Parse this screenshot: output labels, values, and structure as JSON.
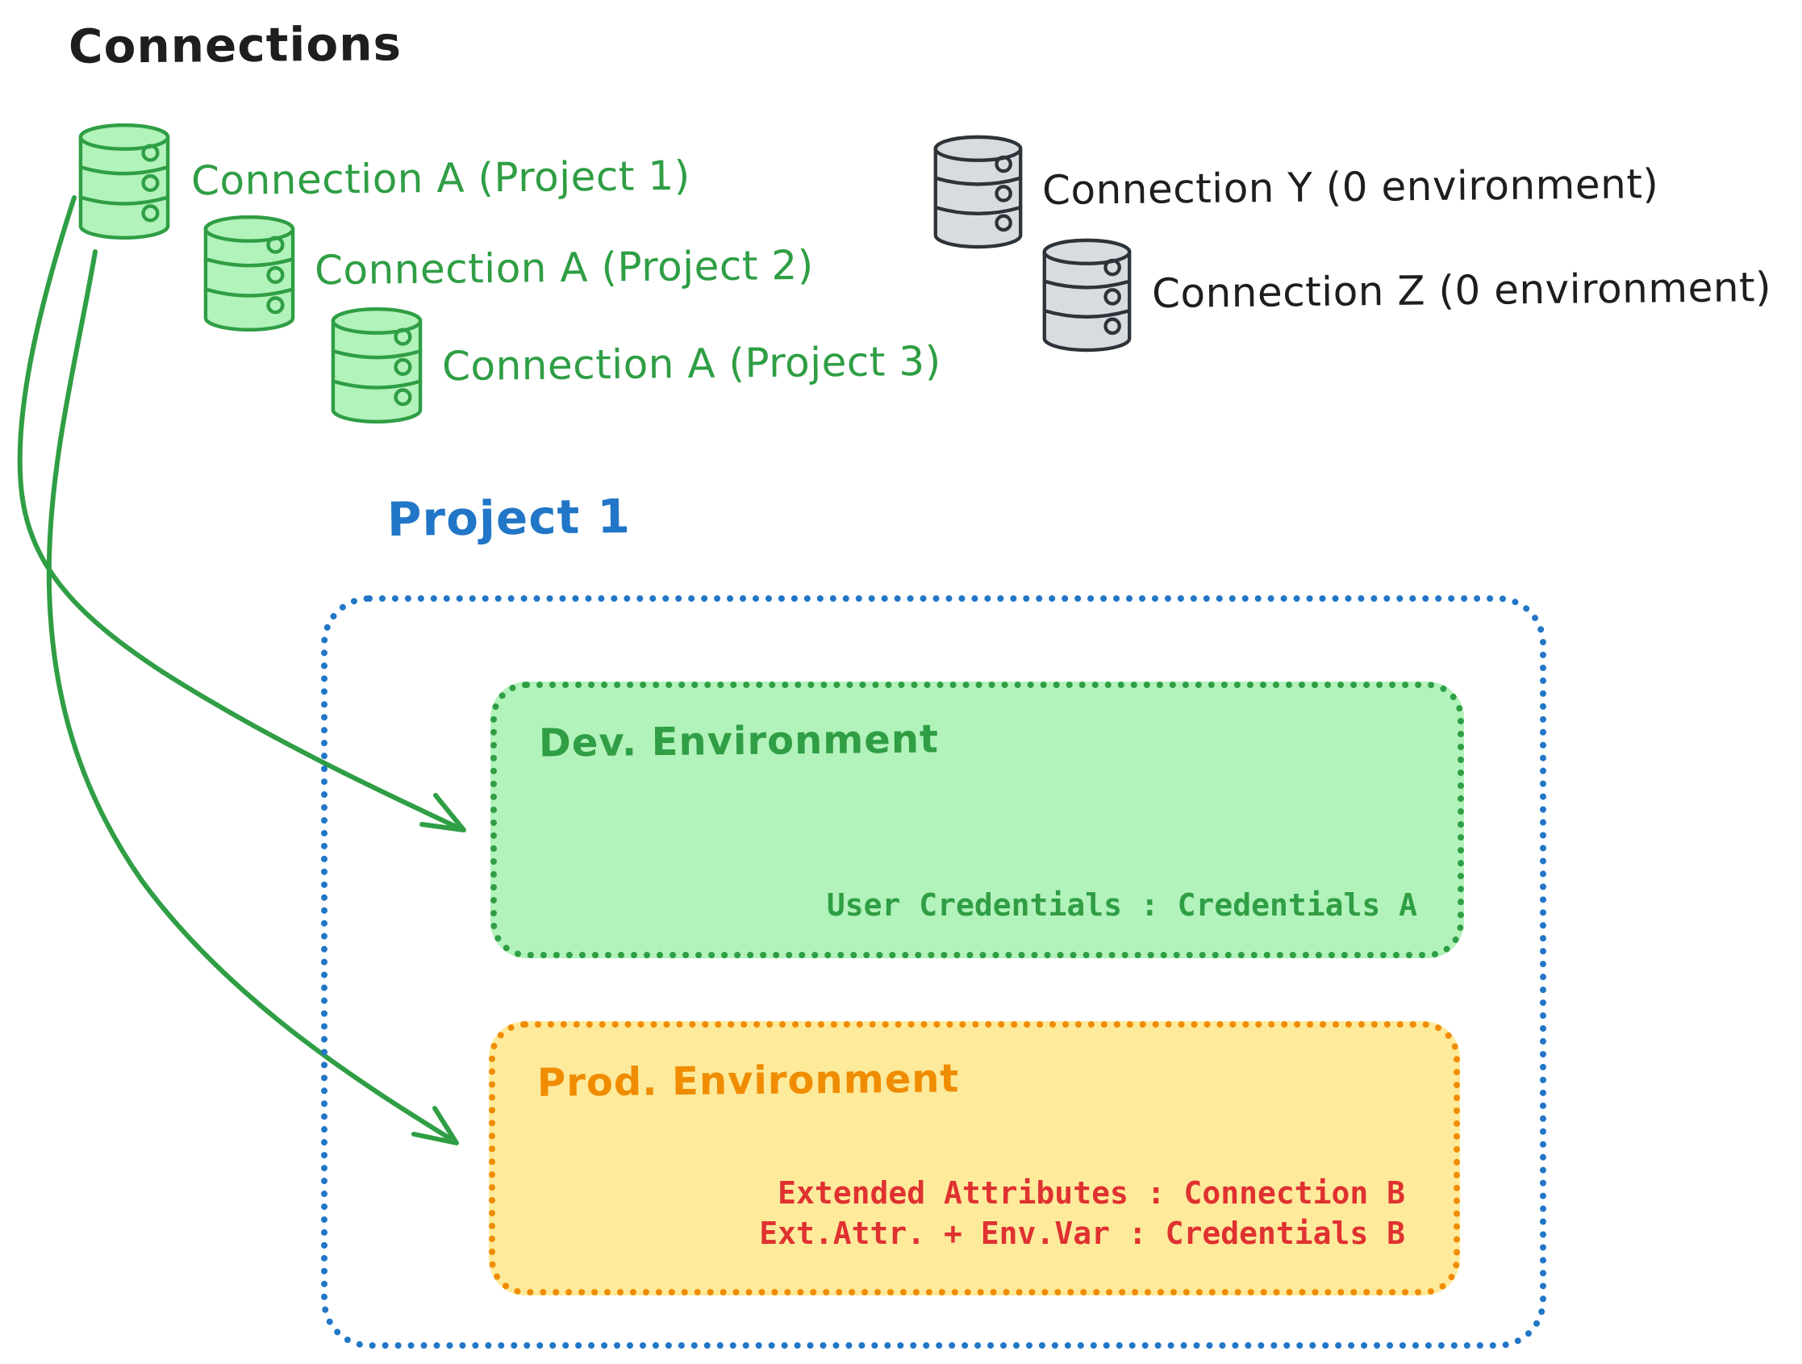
{
  "title": "Connections",
  "connections": {
    "project_scoped": [
      {
        "label": "Connection A (Project 1)",
        "project": "Project 1"
      },
      {
        "label": "Connection A (Project 2)",
        "project": "Project 2"
      },
      {
        "label": "Connection A (Project 3)",
        "project": "Project 3"
      }
    ],
    "unscoped": [
      {
        "label": "Connection Y (0 environment)"
      },
      {
        "label": "Connection Z (0 environment)"
      }
    ]
  },
  "project": {
    "title": "Project 1",
    "environments": {
      "dev": {
        "title": "Dev. Environment",
        "mapping": "User Credentials : Credentials A"
      },
      "prod": {
        "title": "Prod. Environment",
        "mappings": [
          "Extended Attributes : Connection B",
          "Ext.Attr. + Env.Var : Credentials B"
        ]
      }
    }
  },
  "icons": {
    "database": "database-cylinder-icon"
  },
  "colors": {
    "ink": "#1e1e1e",
    "green_stroke": "#2f9e44",
    "green_fill": "#b2f2bb",
    "gray_stroke": "#2d3338",
    "gray_fill": "#d7dce1",
    "blue": "#2176c7",
    "orange": "#f08c00",
    "yellow_fill": "#fdea9b",
    "red": "#e03131"
  }
}
